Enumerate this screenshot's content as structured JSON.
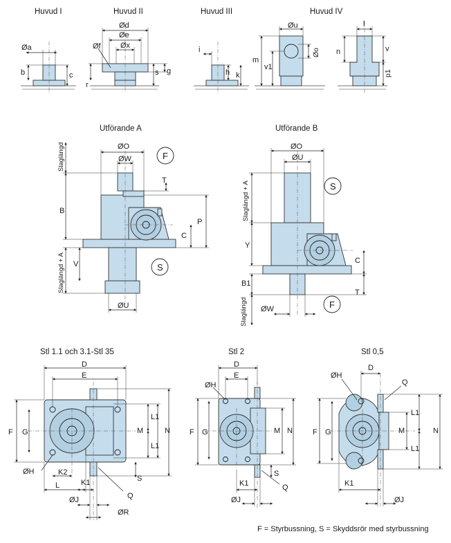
{
  "colors": {
    "part_fill": "#c4dcec",
    "part_shade": "#b3cfe2",
    "line": "#222222",
    "background": "#ffffff"
  },
  "top_row": {
    "huvud1": {
      "title": "Huvud I",
      "dims": [
        "Øa",
        "b",
        "c"
      ]
    },
    "huvud2": {
      "title": "Huvud II",
      "dims": [
        "Ød",
        "Øe",
        "Øf",
        "Øx",
        "s",
        "g",
        "r"
      ]
    },
    "huvud3": {
      "title": "Huvud III",
      "dims": [
        "i",
        "h",
        "k"
      ]
    },
    "huvud4": {
      "title": "Huvud IV",
      "dims": [
        "Øu",
        "m",
        "v1",
        "Øo",
        "l",
        "n",
        "v",
        "p1"
      ]
    }
  },
  "middle_row": {
    "utforande_a": {
      "title": "Utförande A",
      "dims": {
        "O": "ØO",
        "W": "ØW",
        "T": "T",
        "B": "B",
        "P": "P",
        "C": "C",
        "V": "V",
        "U": "ØU"
      },
      "stroke_top": "Slaglängd",
      "stroke_bottom": "Slaglängd + A",
      "badge_f": "F",
      "badge_s": "S"
    },
    "utforande_b": {
      "title": "Utförande B",
      "dims": {
        "O": "ØO",
        "U": "ØU",
        "Y": "Y",
        "C": "C",
        "B1": "B1",
        "T": "T",
        "W": "ØW"
      },
      "stroke_top": "Slaglängd + A",
      "stroke_bottom": "Slaglängd",
      "badge_s": "S",
      "badge_f": "F"
    }
  },
  "bottom_row": {
    "stl11": {
      "title": "Stl 1.1 och 3.1-Stl 35",
      "dims": {
        "D": "D",
        "E": "E",
        "F": "F",
        "G": "G",
        "H": "ØH",
        "L1a": "L1",
        "L1b": "L1",
        "M": "M",
        "N": "N",
        "K2": "K2",
        "L": "L",
        "K1": "K1",
        "S": "S",
        "Q": "Q",
        "J": "ØJ",
        "R": "ØR"
      }
    },
    "stl2": {
      "title": "Stl 2",
      "dims": {
        "D": "D",
        "E": "E",
        "H": "ØH",
        "F": "F",
        "G": "G",
        "M": "M",
        "N": "N",
        "S": "S",
        "K1": "K1",
        "Q": "Q",
        "J": "ØJ"
      }
    },
    "stl05": {
      "title": "Stl 0,5",
      "dims": {
        "H": "ØH",
        "D": "D",
        "Q": "Q",
        "F": "F",
        "G": "G",
        "M": "M",
        "L1a": "L1",
        "L1b": "L1",
        "N": "N",
        "K1": "K1",
        "J": "ØJ"
      }
    }
  },
  "footer": "F = Styrbussning, S = Skyddsrör med styrbussning"
}
